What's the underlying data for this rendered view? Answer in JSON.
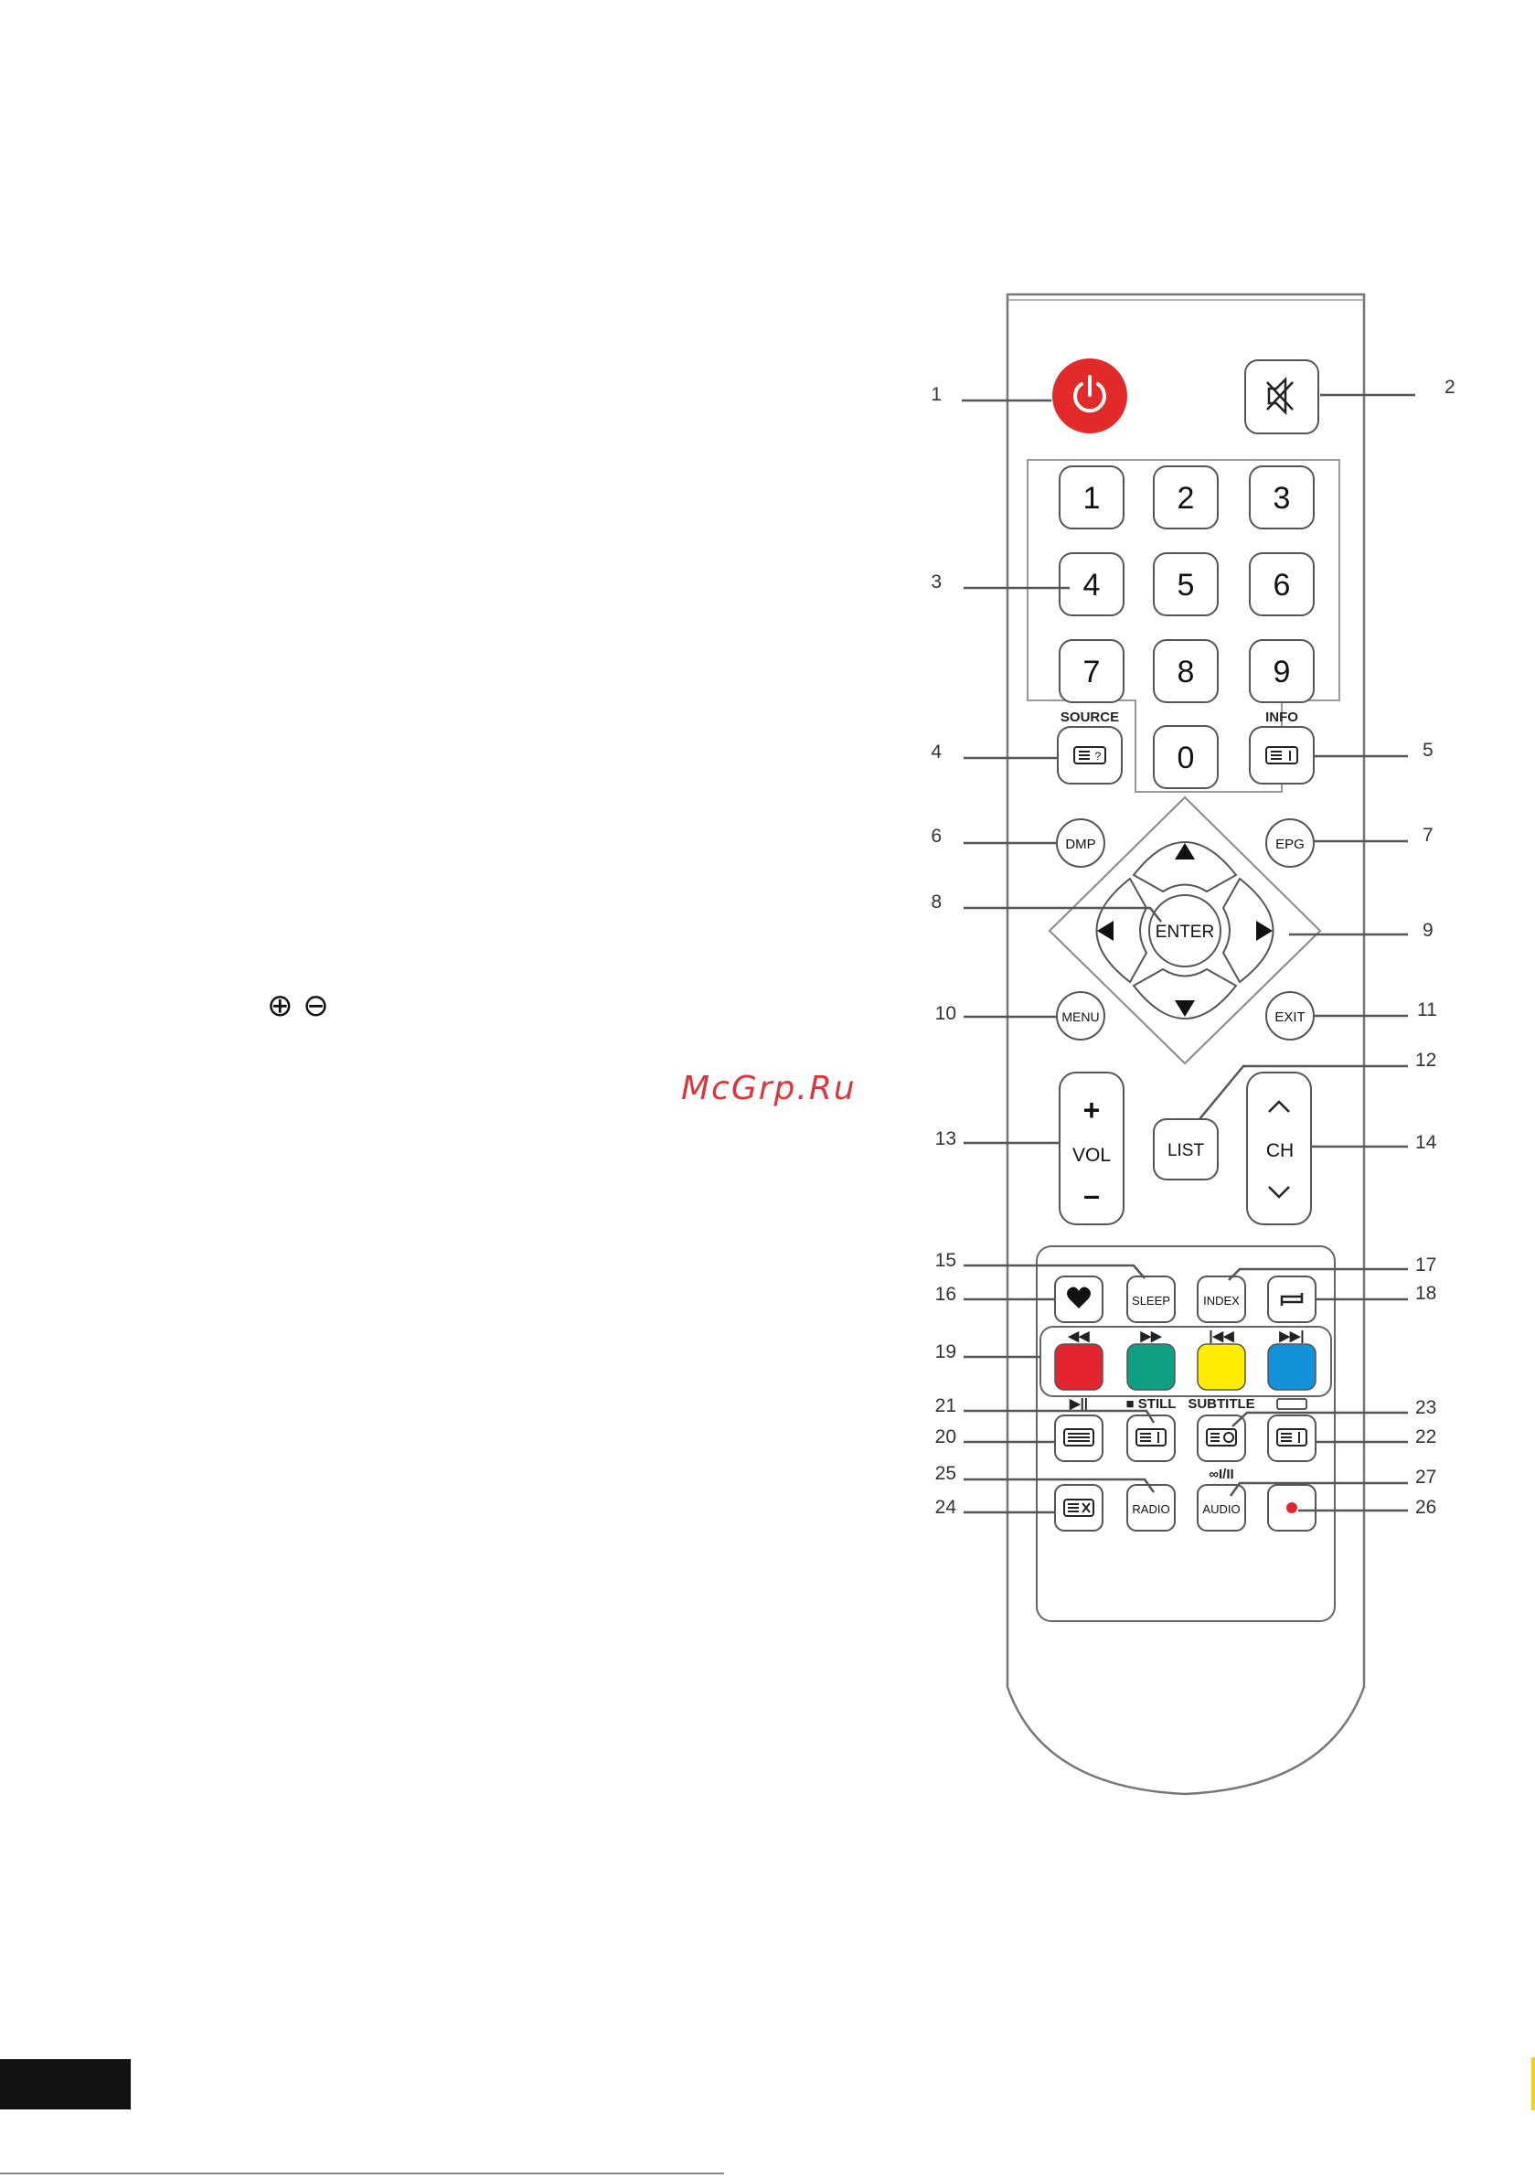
{
  "watermark": "McGrp.Ru",
  "symbols": {
    "plus_minus": "⊕ ⊖"
  },
  "colors": {
    "power": "#e32a2a",
    "red": "#e3262e",
    "green": "#0f9f82",
    "yellow": "#ffec00",
    "blue": "#1391d9",
    "outline": "#555555",
    "watermark": "#d9363e"
  },
  "remote": {
    "digits": [
      "1",
      "2",
      "3",
      "4",
      "5",
      "6",
      "7",
      "8",
      "9",
      "0"
    ],
    "labels": {
      "source": "SOURCE",
      "info": "INFO",
      "dmp": "DMP",
      "epg": "EPG",
      "enter": "ENTER",
      "menu": "MENU",
      "exit": "EXIT",
      "list": "LIST",
      "vol": "VOL",
      "ch": "CH",
      "plus": "+",
      "minus": "–",
      "sleep": "SLEEP",
      "index": "INDEX",
      "still": "■ STILL",
      "subtitle": "SUBTITLE",
      "radio": "RADIO",
      "audio": "AUDIO",
      "audio_cap": "∞I/II",
      "play_pause": "▶||"
    },
    "color_caps": [
      "◀◀",
      "▶▶",
      "|◀◀",
      "▶▶|"
    ]
  },
  "callouts": [
    "1",
    "2",
    "3",
    "4",
    "5",
    "6",
    "7",
    "8",
    "9",
    "10",
    "11",
    "12",
    "13",
    "14",
    "15",
    "16",
    "17",
    "18",
    "19",
    "20",
    "21",
    "22",
    "23",
    "24",
    "25",
    "26",
    "27"
  ]
}
